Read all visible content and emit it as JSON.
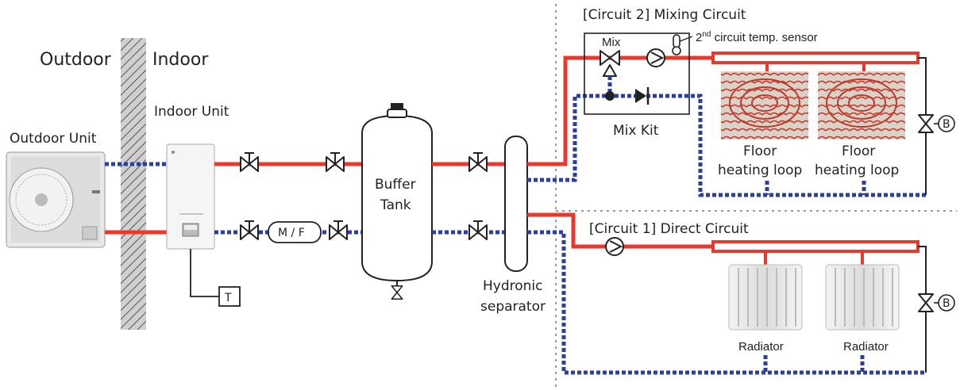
{
  "labels": {
    "outdoor": "Outdoor",
    "indoor": "Indoor",
    "indoor_unit": "Indoor Unit",
    "outdoor_unit": "Outdoor Unit",
    "buffer_tank_1": "Buffer",
    "buffer_tank_2": "Tank",
    "hydronic_1": "Hydronic",
    "hydronic_2": "separator",
    "mf": "M / F",
    "thermostat": "T",
    "circuit2_title": "[Circuit 2] Mixing Circuit",
    "circuit1_title": "[Circuit 1] Direct Circuit",
    "mix": "Mix",
    "mix_kit": "Mix Kit",
    "sensor_ord": "2",
    "sensor_sup": "nd",
    "sensor_rest": " circuit temp. sensor",
    "floor_loop_1a": "Floor",
    "floor_loop_1b": "heating loop",
    "floor_loop_2a": "Floor",
    "floor_loop_2b": "heating loop",
    "radiator_1": "Radiator",
    "radiator_2": "Radiator",
    "bypass_top": "B",
    "bypass_bottom": "B"
  },
  "colors": {
    "supply": "#e8392f",
    "return": "#2d3f9a",
    "line": "#222222",
    "wall": "#bfbfbf"
  }
}
